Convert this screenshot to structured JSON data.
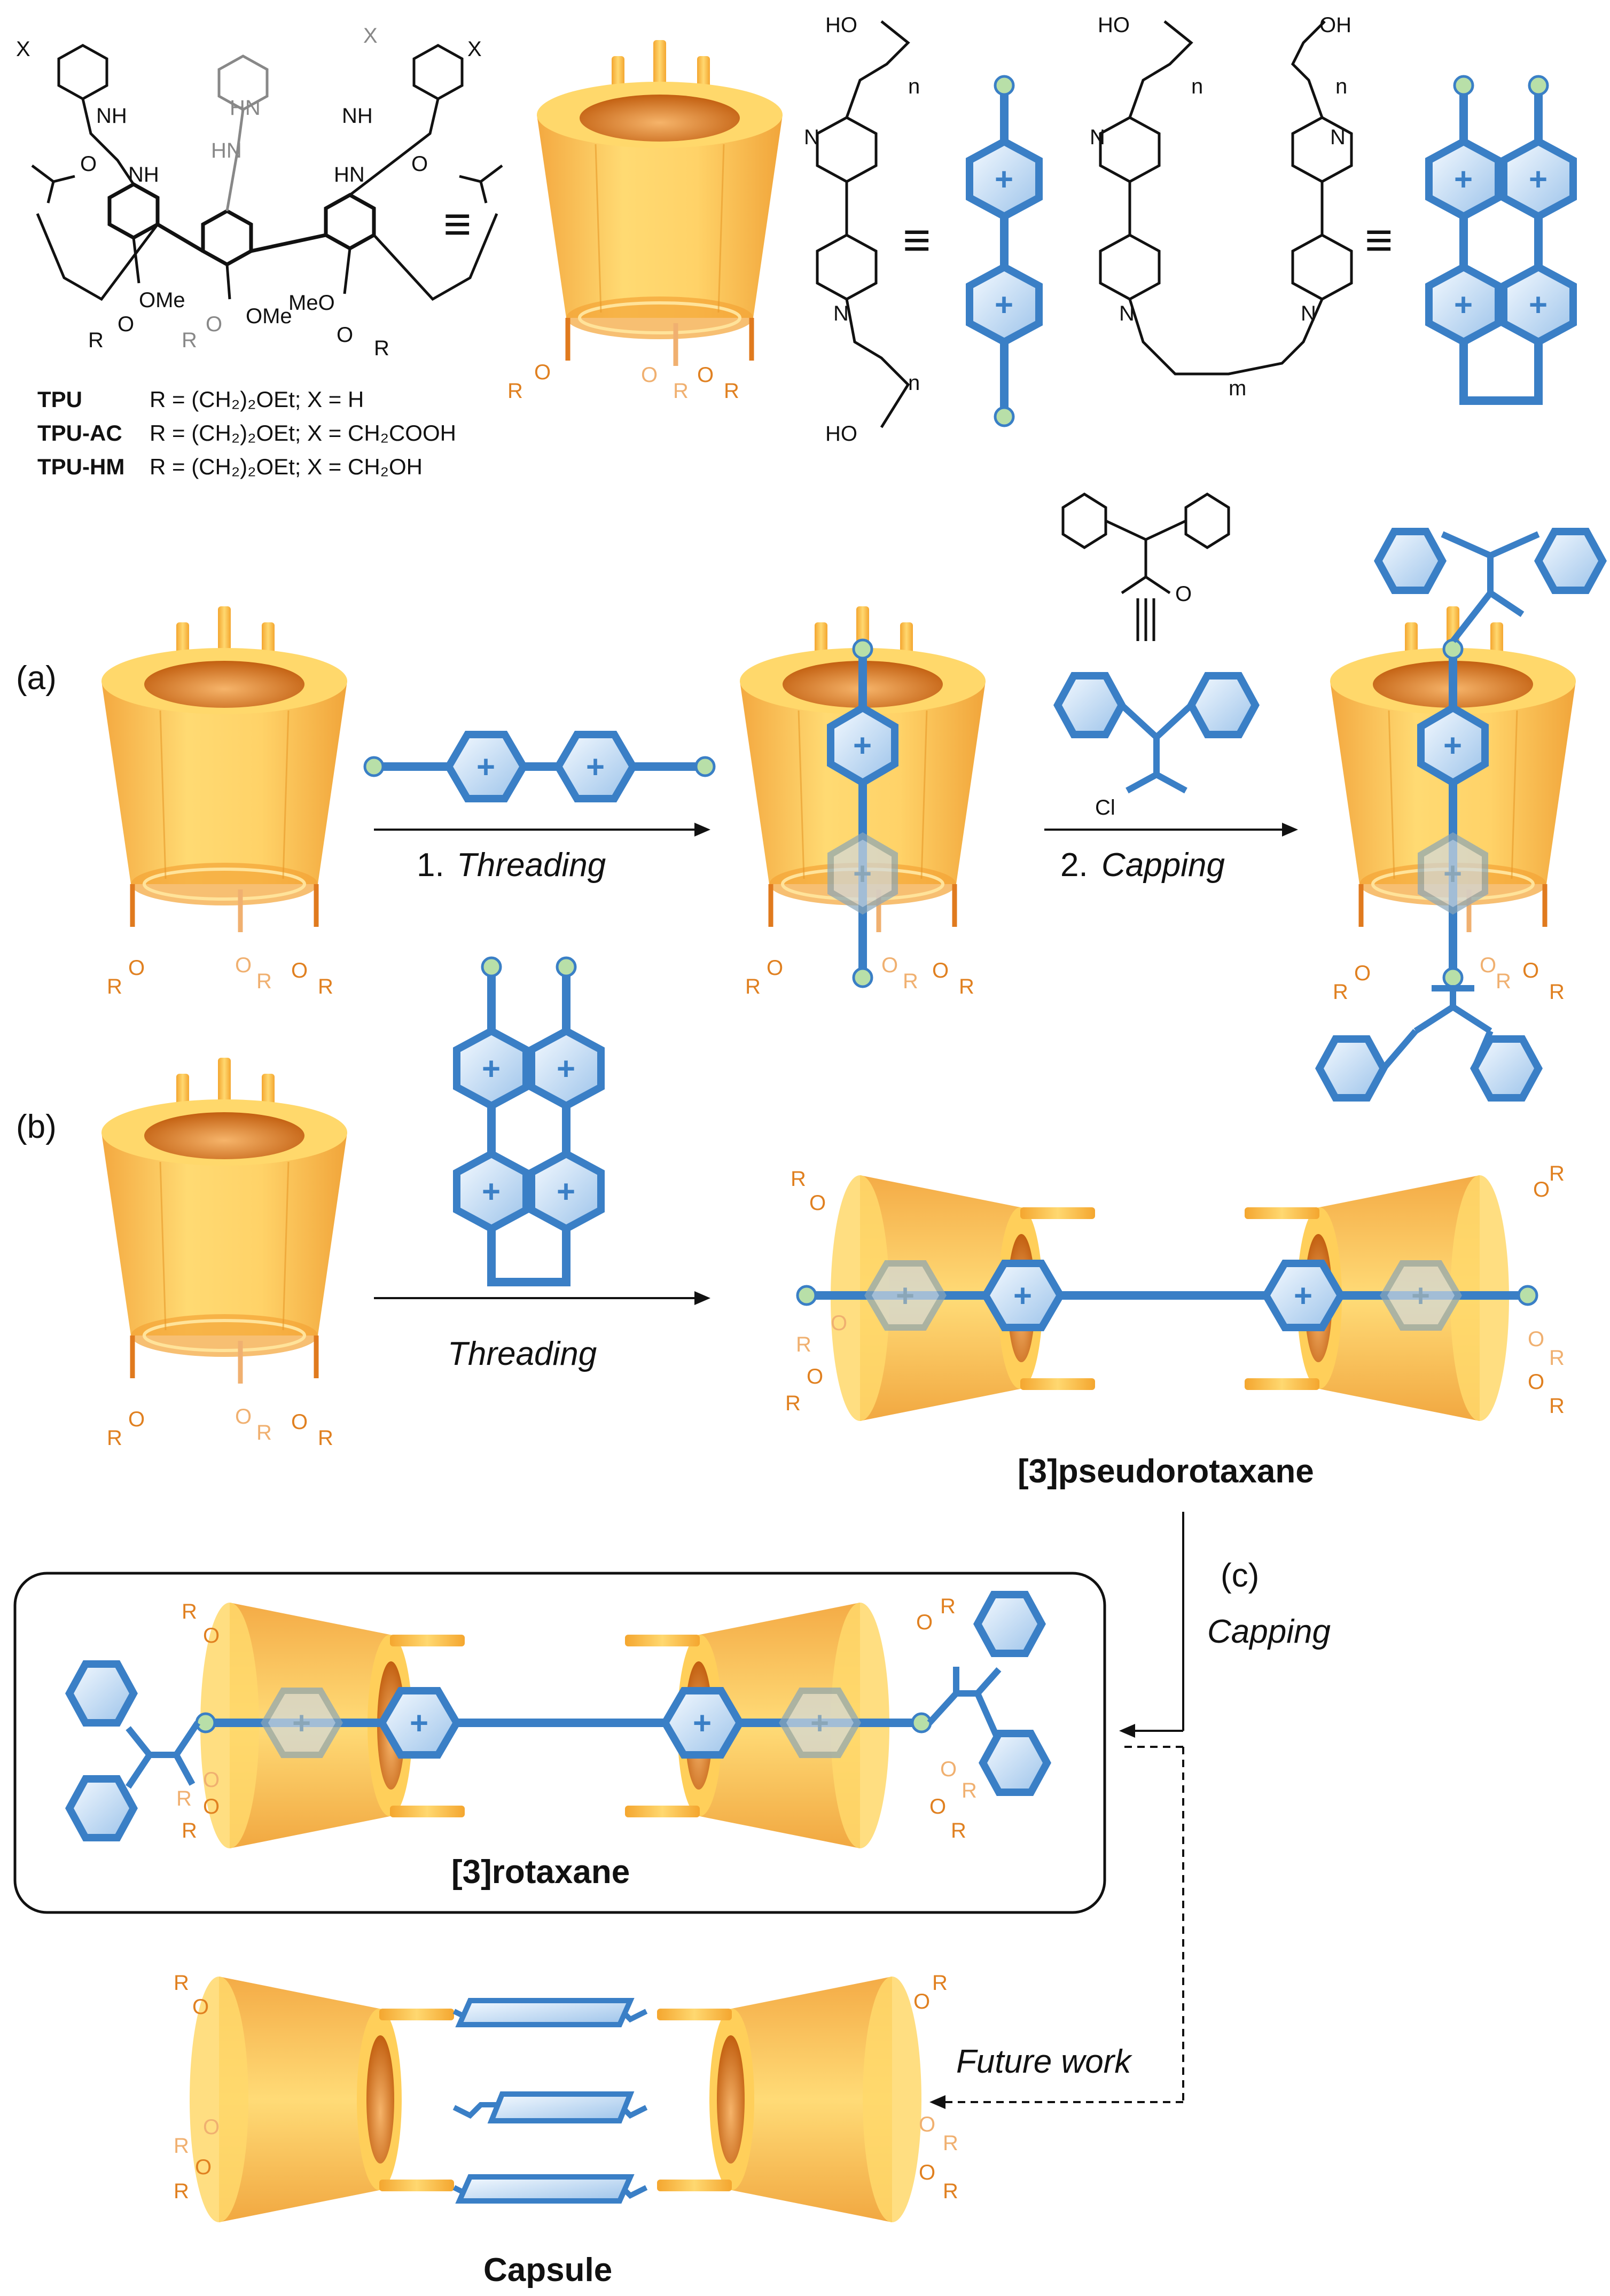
{
  "structure": {
    "x_top": "X",
    "nh": "NH",
    "hn": "HN",
    "o": "O",
    "ome": "OMe",
    "meo": "MeO",
    "r": "R",
    "ho": "HO",
    "oh": "OH",
    "n_sub": "n",
    "m_sub": "m",
    "n_plus": "N",
    "cl": "Cl"
  },
  "legend": [
    {
      "name": "TPU",
      "desc": "R = (CH₂)₂OEt; X = H"
    },
    {
      "name": "TPU-AC",
      "desc": "R = (CH₂)₂OEt; X = CH₂COOH"
    },
    {
      "name": "TPU-HM",
      "desc": "R = (CH₂)₂OEt; X = CH₂OH"
    }
  ],
  "panels": {
    "a": "(a)",
    "b": "(b)",
    "c": "(c)"
  },
  "steps": {
    "threading_num": "1.",
    "threading": "Threading",
    "capping_num": "2.",
    "capping": "Capping",
    "threading_b": "Threading",
    "capping_c": "Capping",
    "future_work": "Future work"
  },
  "labels": {
    "pseudorotaxane": "[3]pseudorotaxane",
    "rotaxane": "[3]rotaxane",
    "capsule": "Capsule",
    "equiv": "≡",
    "plus": "+",
    "ro_r": "R",
    "ro_o": "O"
  },
  "colors": {
    "cone_light": "#ffd86b",
    "cone_mid": "#f7b548",
    "cone_dark": "#e07a1e",
    "axle_blue": "#3a7fc6",
    "ring_fill": "#d4e6f7",
    "stopper_dot": "#b8dfa8",
    "orange_text": "#e08020"
  }
}
